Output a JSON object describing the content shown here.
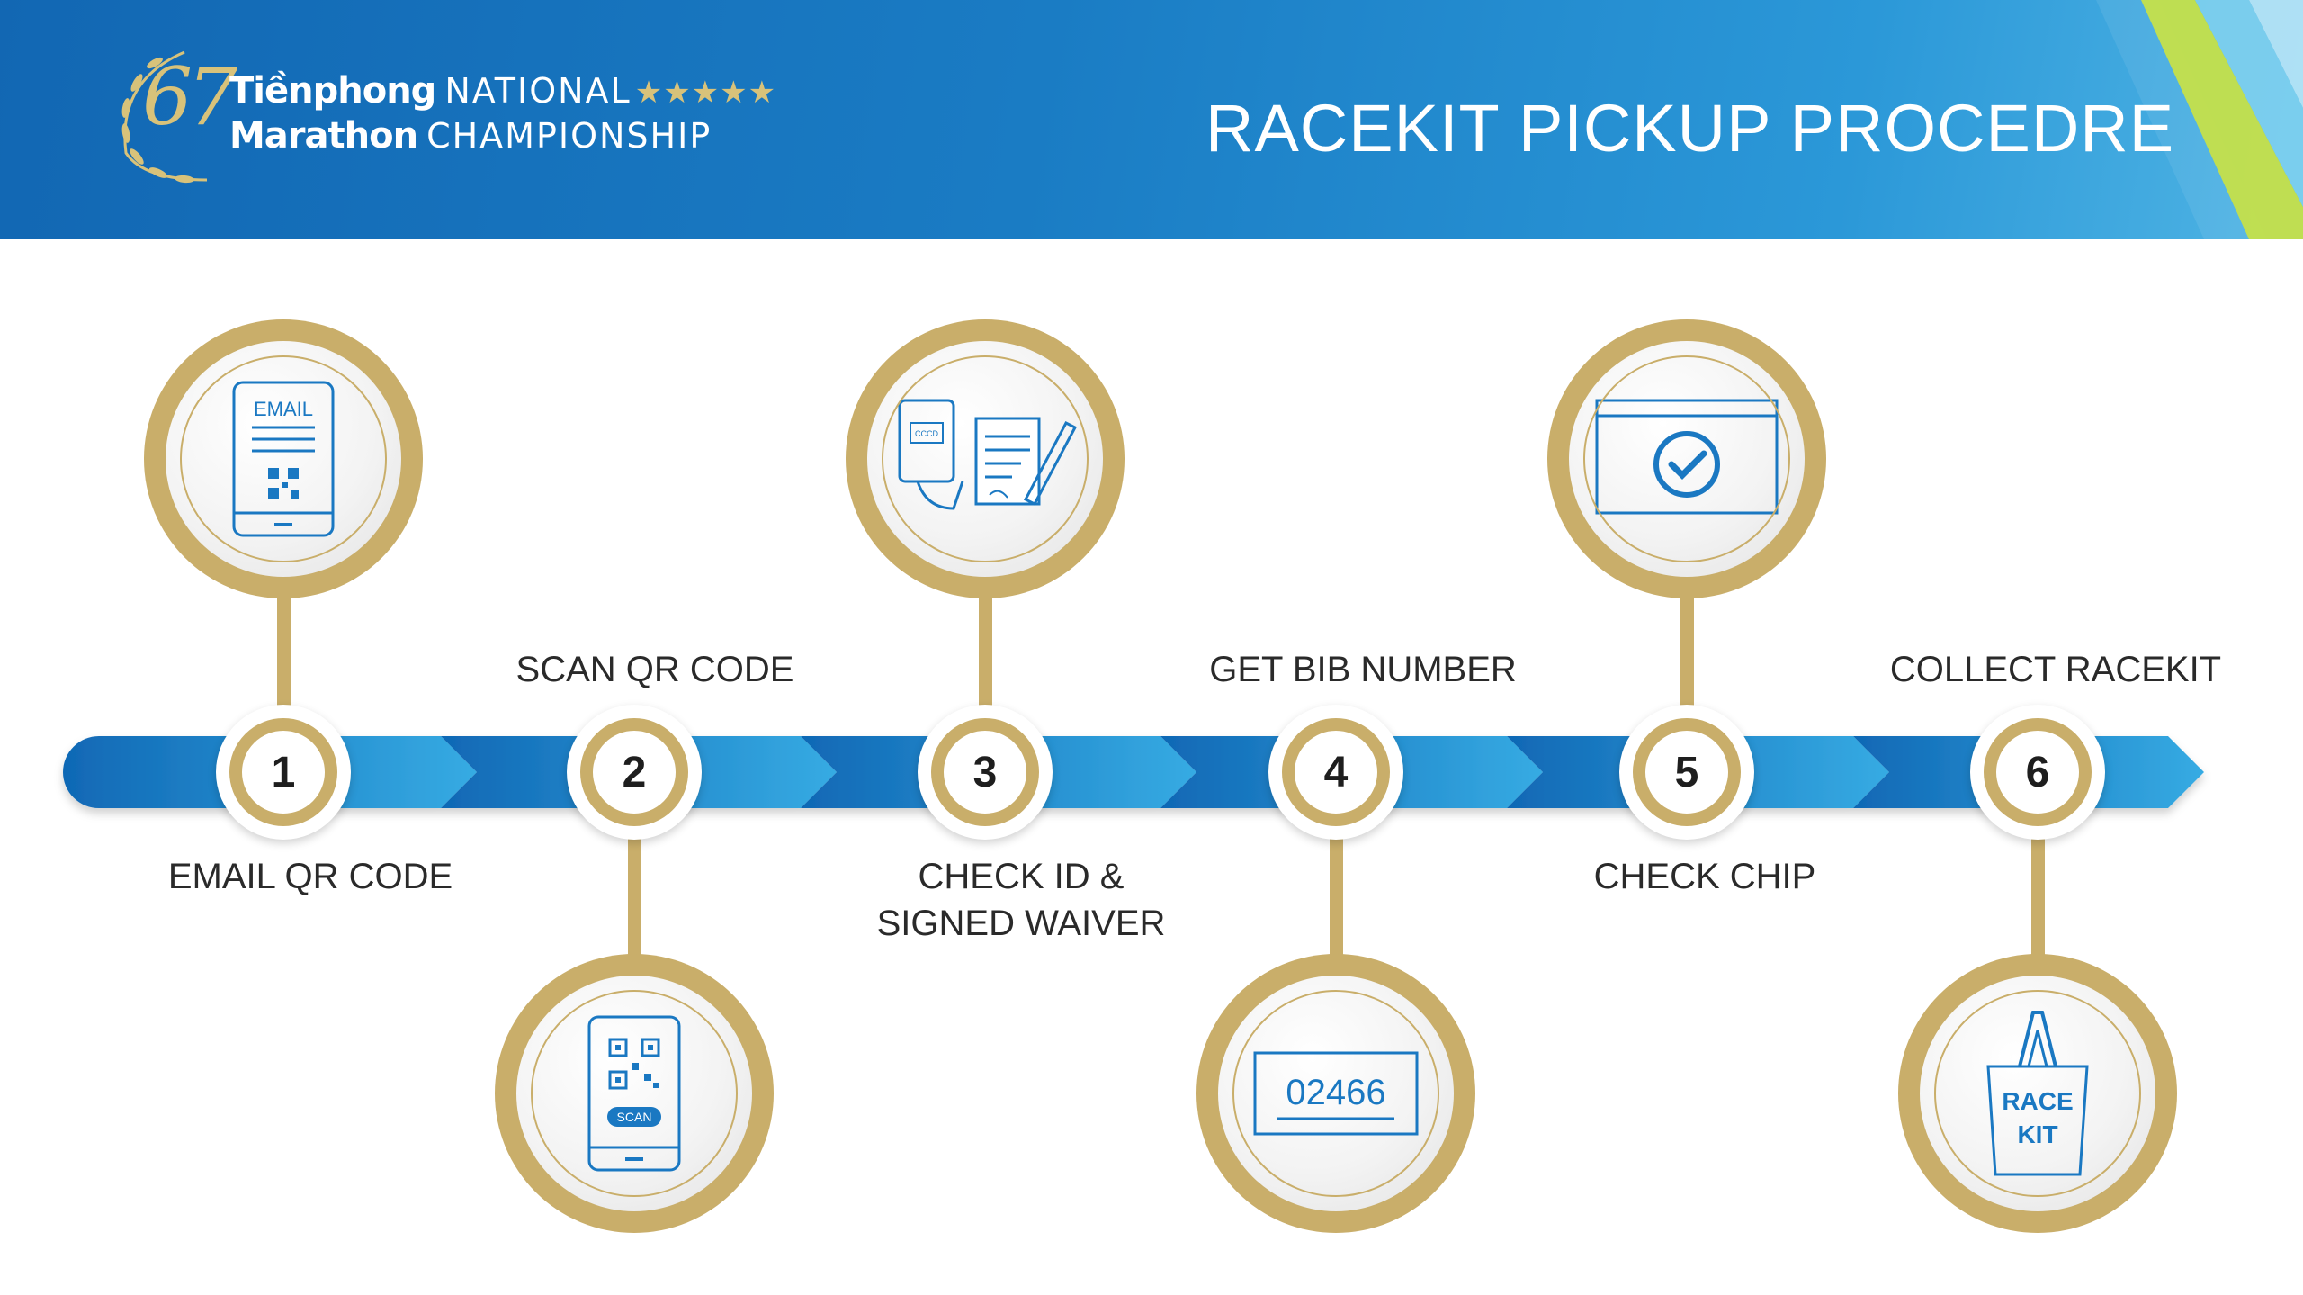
{
  "header": {
    "logo": {
      "number": "67",
      "line1_brand": "Tiềnphong",
      "line1_word": "NATIONAL",
      "line2_brand": "Marathon",
      "line2_word": "CHAMPIONSHIP",
      "stars": "★★★★★"
    },
    "title": "RACEKIT PICKUP PROCEDRE"
  },
  "steps": [
    {
      "number": "1",
      "label": "EMAIL QR CODE",
      "icon": "email-phone-icon",
      "icon_text": "EMAIL"
    },
    {
      "number": "2",
      "label": "SCAN QR CODE",
      "icon": "scan-phone-icon",
      "icon_text": "SCAN"
    },
    {
      "number": "3",
      "label_line1": "CHECK ID &",
      "label_line2": "SIGNED WAIVER",
      "icon": "id-waiver-icon",
      "icon_text": "CCCD"
    },
    {
      "number": "4",
      "label": "GET BIB NUMBER",
      "icon": "bib-number-icon",
      "icon_text": "02466"
    },
    {
      "number": "5",
      "label": "CHECK CHIP",
      "icon": "check-window-icon"
    },
    {
      "number": "6",
      "label": "COLLECT RACEKIT",
      "icon": "race-kit-bag-icon",
      "icon_text_line1": "RACE",
      "icon_text_line2": "KIT"
    }
  ],
  "colors": {
    "header_blue": "#1267b3",
    "gold": "#c9ae6a",
    "arrow_dark": "#1068b5",
    "arrow_light": "#36abe3",
    "icon_blue": "#1a78c2"
  }
}
